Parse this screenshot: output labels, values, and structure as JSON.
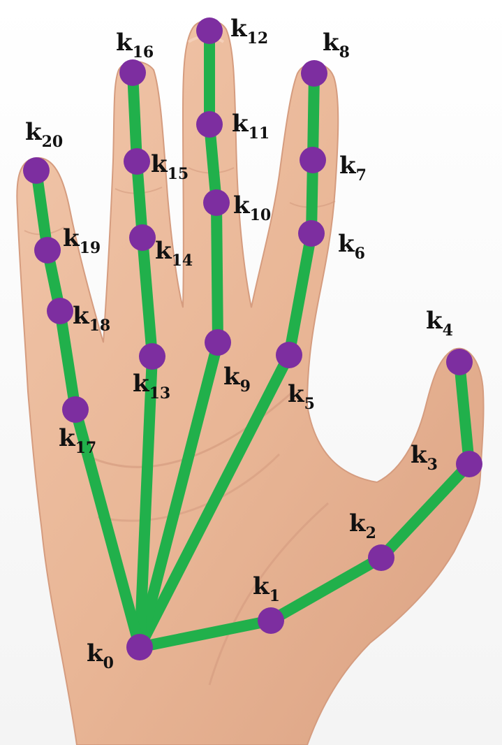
{
  "colors": {
    "background": "#ffffff",
    "skin": "#e8b89a",
    "skin_shadow": "#d49a7c",
    "skin_light": "#f3cfb6",
    "bone": "#21b04b",
    "keypoint": "#7d2ea0",
    "label": "#111111"
  },
  "keypoints": [
    {
      "id": "k0",
      "letter": "k",
      "sub": "0"
    },
    {
      "id": "k1",
      "letter": "k",
      "sub": "1"
    },
    {
      "id": "k2",
      "letter": "k",
      "sub": "2"
    },
    {
      "id": "k3",
      "letter": "k",
      "sub": "3"
    },
    {
      "id": "k4",
      "letter": "k",
      "sub": "4"
    },
    {
      "id": "k5",
      "letter": "k",
      "sub": "5"
    },
    {
      "id": "k6",
      "letter": "k",
      "sub": "6"
    },
    {
      "id": "k7",
      "letter": "k",
      "sub": "7"
    },
    {
      "id": "k8",
      "letter": "k",
      "sub": "8"
    },
    {
      "id": "k9",
      "letter": "k",
      "sub": "9"
    },
    {
      "id": "k10",
      "letter": "k",
      "sub": "10"
    },
    {
      "id": "k11",
      "letter": "k",
      "sub": "11"
    },
    {
      "id": "k12",
      "letter": "k",
      "sub": "12"
    },
    {
      "id": "k13",
      "letter": "k",
      "sub": "13"
    },
    {
      "id": "k14",
      "letter": "k",
      "sub": "14"
    },
    {
      "id": "k15",
      "letter": "k",
      "sub": "15"
    },
    {
      "id": "k16",
      "letter": "k",
      "sub": "16"
    },
    {
      "id": "k17",
      "letter": "k",
      "sub": "17"
    },
    {
      "id": "k18",
      "letter": "k",
      "sub": "18"
    },
    {
      "id": "k19",
      "letter": "k",
      "sub": "19"
    },
    {
      "id": "k20",
      "letter": "k",
      "sub": "20"
    }
  ],
  "bones": [
    [
      "k0",
      "k1"
    ],
    [
      "k1",
      "k2"
    ],
    [
      "k2",
      "k3"
    ],
    [
      "k3",
      "k4"
    ],
    [
      "k0",
      "k5"
    ],
    [
      "k5",
      "k6"
    ],
    [
      "k6",
      "k7"
    ],
    [
      "k7",
      "k8"
    ],
    [
      "k0",
      "k9"
    ],
    [
      "k9",
      "k10"
    ],
    [
      "k10",
      "k11"
    ],
    [
      "k11",
      "k12"
    ],
    [
      "k0",
      "k13"
    ],
    [
      "k13",
      "k14"
    ],
    [
      "k14",
      "k15"
    ],
    [
      "k15",
      "k16"
    ],
    [
      "k0",
      "k17"
    ],
    [
      "k17",
      "k18"
    ],
    [
      "k18",
      "k19"
    ],
    [
      "k19",
      "k20"
    ]
  ]
}
